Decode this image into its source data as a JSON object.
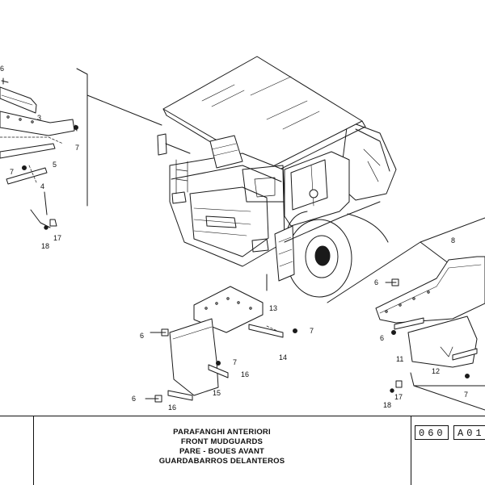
{
  "title_block": {
    "title_it": "PARAFANGHI ANTERIORI",
    "title_en": "FRONT MUDGUARDS",
    "title_fr": "PARE - BOUES AVANT",
    "title_es": "GUARDABARROS DELANTEROS",
    "group_code": "060",
    "sheet_code": "A01"
  },
  "callouts": {
    "c6_top_left": "6",
    "c3": "3",
    "c7_left_a": "7",
    "c7_left_b": "7",
    "c5": "5",
    "c4": "4",
    "c17_left": "17",
    "c18_left": "18",
    "c8": "8",
    "c6_right_a": "6",
    "c6_right_b": "6",
    "c11": "11",
    "c12": "12",
    "c7_right": "7",
    "c17_right": "17",
    "c18_right": "18",
    "c13": "13",
    "c6_mid_a": "6",
    "c7_mid_a": "7",
    "c14": "14",
    "c7_mid_b": "7",
    "c16_a": "16",
    "c16_b": "16",
    "c15": "15",
    "c6_mid_b": "6"
  }
}
